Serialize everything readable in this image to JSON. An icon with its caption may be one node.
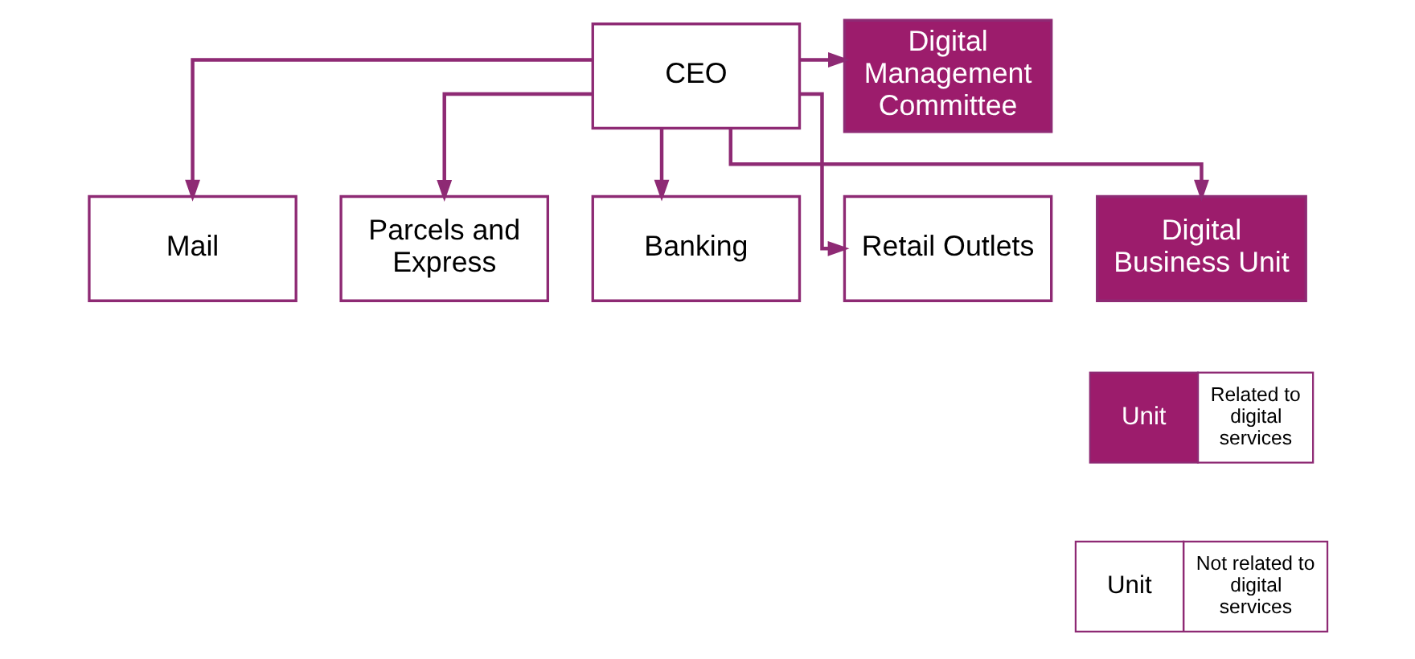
{
  "diagram": {
    "nodes": [
      {
        "text": [
          "Digital Management Committee"
        ]
      },
      {
        "text": [
          "CEO"
        ]
      },
      {
        "text": [
          "Mail"
        ]
      },
      {
        "text": [
          "Parcels and Express"
        ]
      },
      {
        "text": [
          "Banking"
        ]
      },
      {
        "text": [
          "Retail Outlets"
        ]
      },
      {
        "text": [
          "Digital Business Unit"
        ]
      }
    ],
    "edges": [
      {
        "from": 1,
        "to": 0,
        "arrow": "to"
      },
      {
        "from": 1,
        "to": 2,
        "arrow": "to"
      },
      {
        "from": 1,
        "to": 3,
        "arrow": "to"
      },
      {
        "from": 1,
        "to": 4,
        "arrow": "to"
      },
      {
        "from": 1,
        "to": 5,
        "arrow": "to"
      },
      {
        "from": 1,
        "to": 6,
        "arrow": "to"
      }
    ],
    "labels": [
      "Unit",
      "Unit"
    ],
    "legend": [
      {
        "text": "Related to digital services",
        "color": "#9c1c6c"
      },
      {
        "text": "Not related to digital services",
        "color": "#ffffff"
      }
    ]
  }
}
